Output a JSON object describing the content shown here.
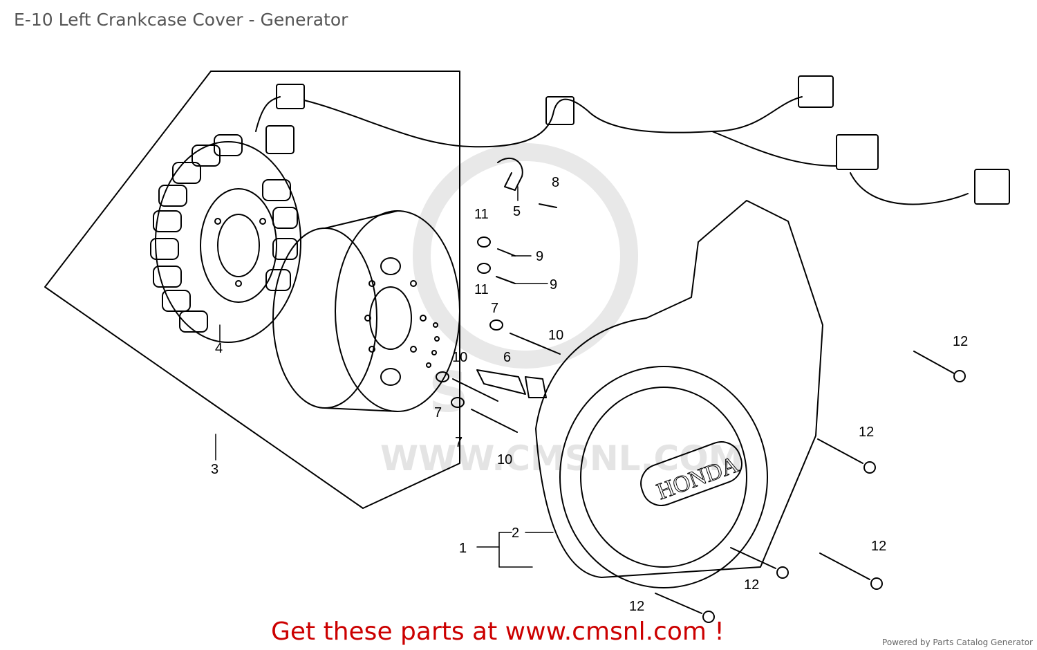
{
  "title": "E-10 Left Crankcase Cover - Generator",
  "watermark": "WWW.CMSNL.COM",
  "cover_brand": "HONDA",
  "callouts": [
    {
      "num": "1",
      "part": "crankcase-cover-assembly"
    },
    {
      "num": "2",
      "part": "cover-gasket"
    },
    {
      "num": "3",
      "part": "generator-assembly"
    },
    {
      "num": "4",
      "part": "stator"
    },
    {
      "num": "5",
      "part": "wire-clamp"
    },
    {
      "num": "6",
      "part": "flywheel-bolt"
    },
    {
      "num": "7",
      "part": "washer"
    },
    {
      "num": "7",
      "part": "washer"
    },
    {
      "num": "7",
      "part": "washer"
    },
    {
      "num": "8",
      "part": "clamp-screw"
    },
    {
      "num": "9",
      "part": "stator-screw"
    },
    {
      "num": "9",
      "part": "stator-screw"
    },
    {
      "num": "10",
      "part": "long-bolt"
    },
    {
      "num": "10",
      "part": "long-bolt"
    },
    {
      "num": "10",
      "part": "long-bolt"
    },
    {
      "num": "11",
      "part": "small-washer"
    },
    {
      "num": "11",
      "part": "small-washer"
    },
    {
      "num": "12",
      "part": "cover-bolt"
    },
    {
      "num": "12",
      "part": "cover-bolt"
    },
    {
      "num": "12",
      "part": "cover-bolt"
    },
    {
      "num": "12",
      "part": "cover-bolt"
    },
    {
      "num": "12",
      "part": "cover-bolt"
    }
  ],
  "cta": "Get these parts at www.cmsnl.com !",
  "powered_by": "Powered by Parts Catalog Generator",
  "colors": {
    "cta": "#cc0000",
    "title": "#555555",
    "line": "#000000",
    "watermark": "#e6e6e6"
  }
}
